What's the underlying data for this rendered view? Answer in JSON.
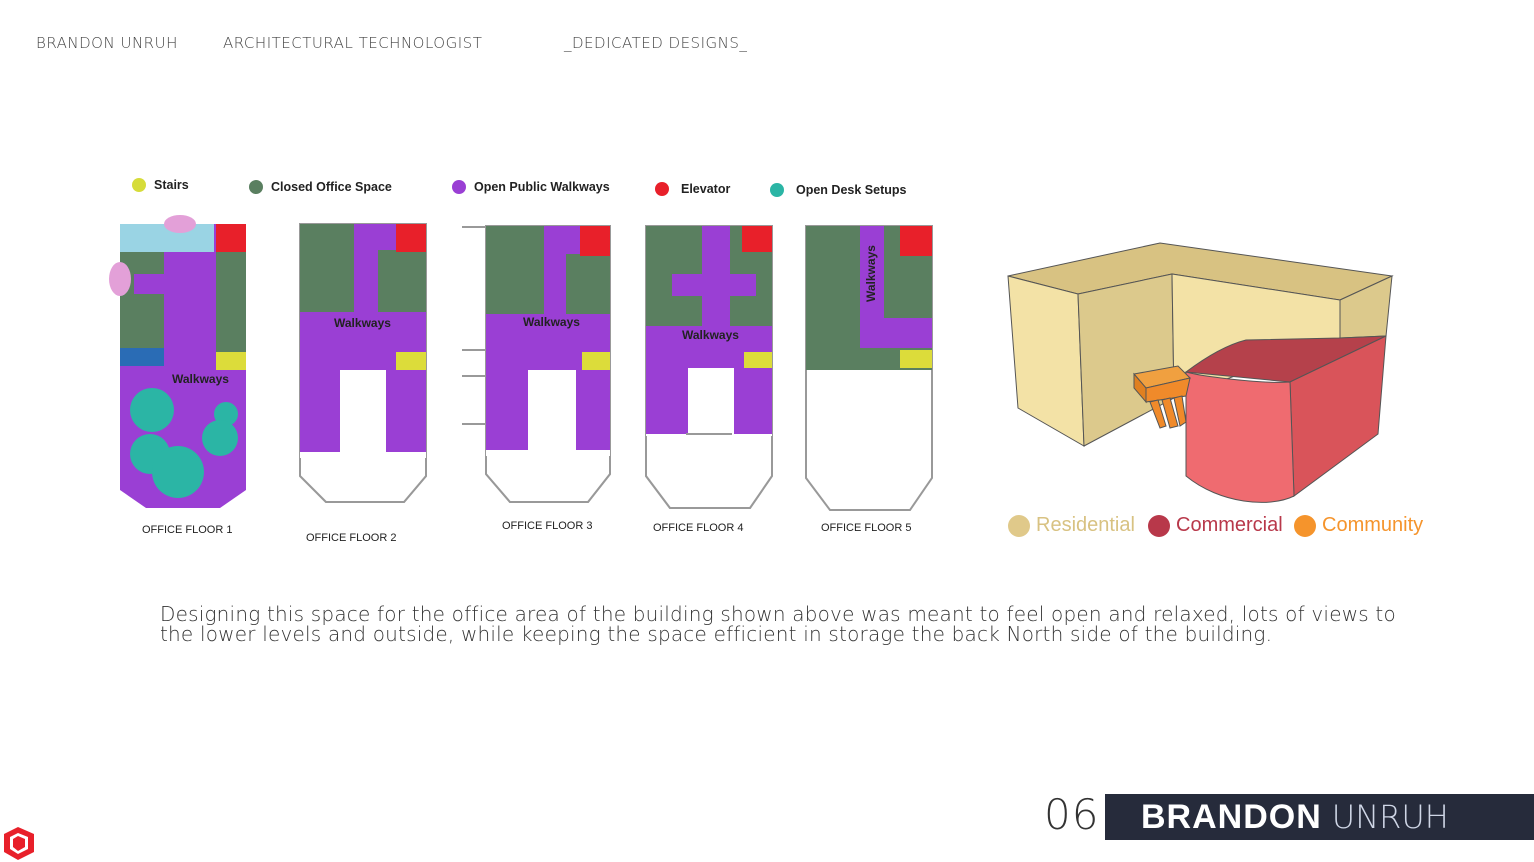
{
  "header": {
    "name": "BRANDON UNRUH",
    "role": "ARCHITECTURAL TECHNOLOGIST",
    "tagline": "_DEDICATED DESIGNS_"
  },
  "legend": [
    {
      "label": "Stairs",
      "color": "#d6dc3a"
    },
    {
      "label": "Closed Office Space",
      "color": "#5a7f60"
    },
    {
      "label": "Open Public Walkways",
      "color": "#9a3fd4"
    },
    {
      "label": "Elevator",
      "color": "#e8202a"
    },
    {
      "label": "Open Desk Setups",
      "color": "#2bb5a5"
    }
  ],
  "colors": {
    "walkway": "#9a3fd4",
    "office": "#5a7f60",
    "elevator": "#e8202a",
    "stairs": "#dcdc3a",
    "desk": "#2bb5a5",
    "lightblue": "#9ad4e4",
    "pink": "#e3a0d8",
    "blue": "#2a6cb5",
    "outline": "#999999"
  },
  "floors": [
    {
      "label": "OFFICE FLOOR 1",
      "walkway_label": "Walkways"
    },
    {
      "label": "OFFICE FLOOR 2",
      "walkway_label": "Walkways"
    },
    {
      "label": "OFFICE FLOOR 3",
      "walkway_label": "Walkways"
    },
    {
      "label": "OFFICE FLOOR 4",
      "walkway_label": "Walkways"
    },
    {
      "label": "OFFICE FLOOR 5",
      "walkway_label": "Walkways"
    }
  ],
  "building_legend": [
    {
      "label": "Residential",
      "color": "#e0c98a"
    },
    {
      "label": "Commercial",
      "color": "#b8384a"
    },
    {
      "label": "Community",
      "color": "#f5942c"
    }
  ],
  "building_colors": {
    "residential_top": "#d8c282",
    "residential_front": "#f3e2a6",
    "residential_side": "#dcc98c",
    "commercial_top": "#b5414b",
    "commercial_front": "#ef6b70",
    "commercial_side": "#d9545a",
    "community": "#f08a2a"
  },
  "caption": "Designing this space for the office area of the building shown above was meant to feel open and relaxed, lots of views to the lower levels and outside, while keeping the space efficient in storage the back North side of the building.",
  "footer": {
    "page_number": "06",
    "first_name": "BRANDON",
    "last_name": "UNRUH"
  }
}
